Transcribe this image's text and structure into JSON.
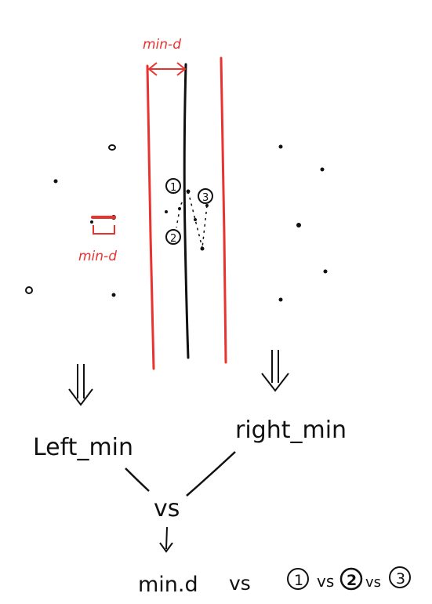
{
  "colors": {
    "ink": "#111111",
    "accent": "#e8332f",
    "background": "#ffffff"
  },
  "labels": {
    "top_min_d": "min-d",
    "left_min_d": "min-d",
    "left_min": "Left_min",
    "right_min": "right_min",
    "vs_middle": "vs",
    "bottom": {
      "min_d": "min.d",
      "vs1": "vs",
      "c1": "1",
      "vs2": "vs",
      "c2": "2",
      "vs3": "vs",
      "c3": "3"
    },
    "strip_circles": [
      "1",
      "3",
      "2"
    ]
  },
  "icons": {
    "down_arrow": "double-down-arrow-icon",
    "arrow": "down-arrow-icon"
  }
}
